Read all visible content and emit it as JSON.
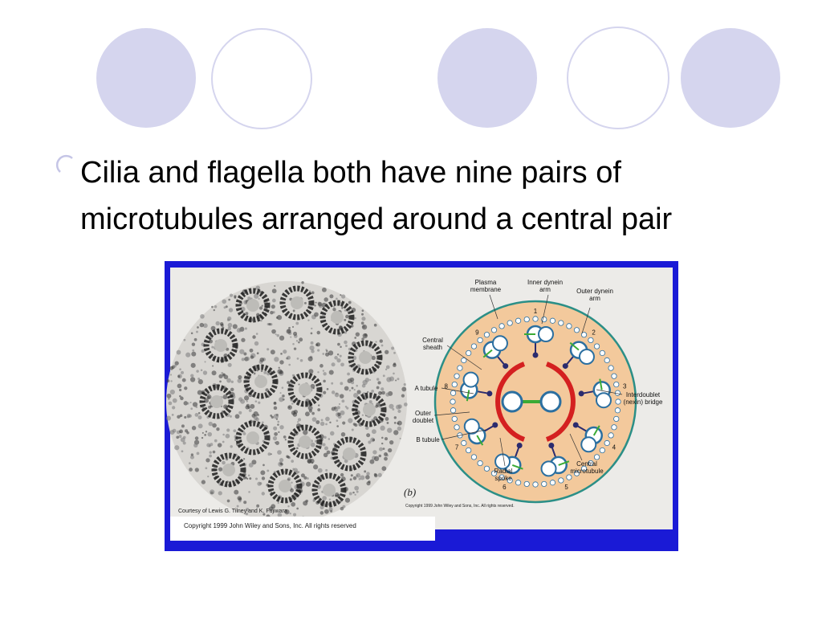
{
  "slide": {
    "bullet_text": "Cilia and flagella both have nine pairs of microtubules arranged around a central pair"
  },
  "colors": {
    "deco_circle": "#d5d5ee",
    "figure_border": "#1a1ad6",
    "diagram_fill": "#f2c79a",
    "central_sheath": "#d42020",
    "nexin": "#3aaa35"
  },
  "figure": {
    "photo_credit": "Courtesy of Lewis G. Tilney and K. Fujiwara",
    "photo_copyright": "Copyright 1999 John Wiley and Sons, Inc. All rights reserved",
    "panel_label": "(b)",
    "diagram_copyright": "Copyright 1999 John Wiley and Sons, Inc. All rights reserved.",
    "labels": {
      "plasma_membrane": "Plasma membrane",
      "inner_dynein_arm": "Inner dynein arm",
      "outer_dynein_arm": "Outer dynein arm",
      "central_sheath": "Central sheath",
      "a_tubule": "A tubule",
      "outer_doublet": "Outer doublet",
      "b_tubule": "B tubule",
      "radial_spoke": "Radial spoke",
      "central_microtubule": "Central microtubule",
      "interdoublet_bridge": "Interdoublet (nexin) bridge"
    },
    "doublet_numbers": [
      "1",
      "2",
      "3",
      "4",
      "5",
      "6",
      "7",
      "8",
      "9"
    ]
  }
}
